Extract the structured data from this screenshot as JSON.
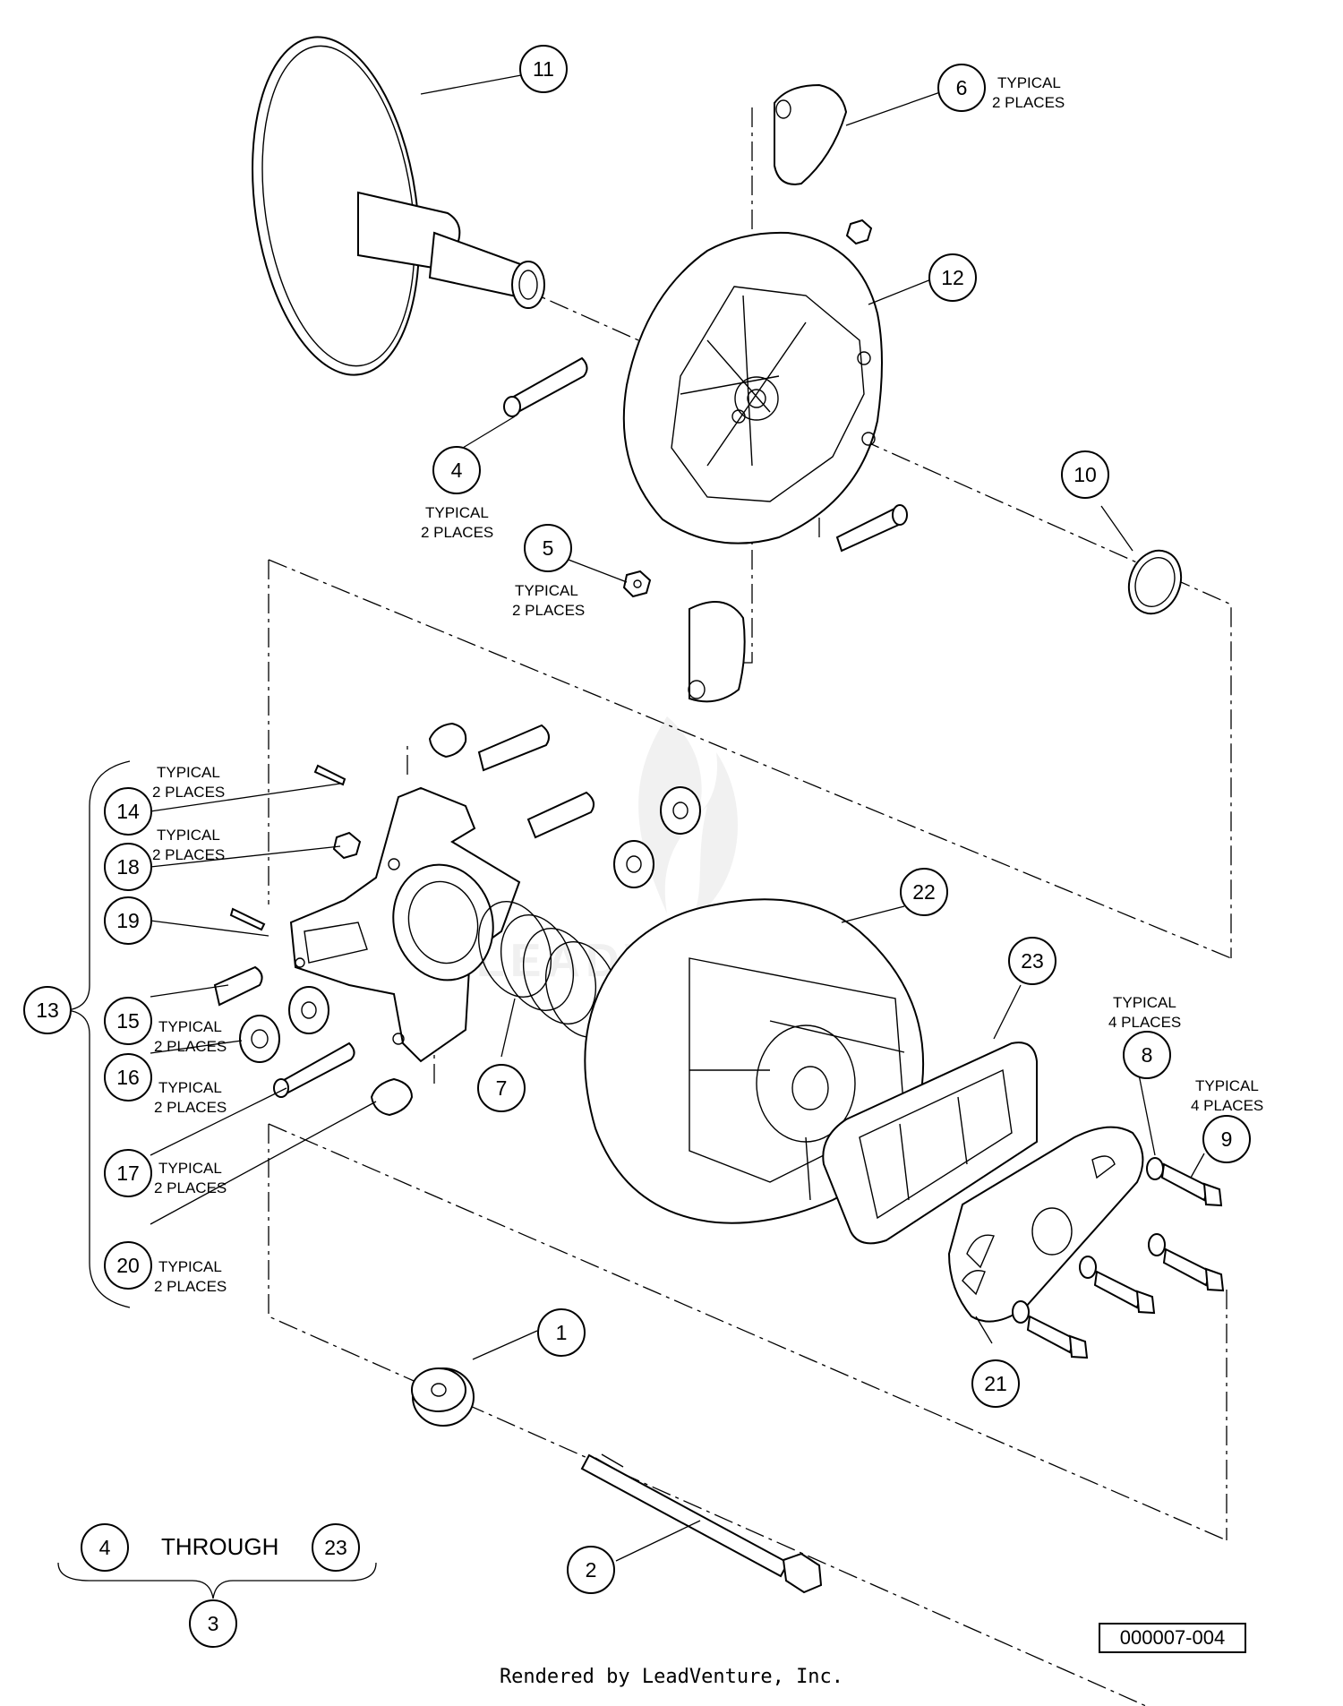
{
  "callouts": [
    {
      "id": "c11",
      "label": "11"
    },
    {
      "id": "c6",
      "label": "6"
    },
    {
      "id": "c12",
      "label": "12"
    },
    {
      "id": "c4",
      "label": "4"
    },
    {
      "id": "c10",
      "label": "10"
    },
    {
      "id": "c5",
      "label": "5"
    },
    {
      "id": "c14",
      "label": "14"
    },
    {
      "id": "c18",
      "label": "18"
    },
    {
      "id": "c19",
      "label": "19"
    },
    {
      "id": "c13",
      "label": "13"
    },
    {
      "id": "c15",
      "label": "15"
    },
    {
      "id": "c16",
      "label": "16"
    },
    {
      "id": "c17",
      "label": "17"
    },
    {
      "id": "c20",
      "label": "20"
    },
    {
      "id": "c7",
      "label": "7"
    },
    {
      "id": "c22",
      "label": "22"
    },
    {
      "id": "c23",
      "label": "23"
    },
    {
      "id": "c8",
      "label": "8"
    },
    {
      "id": "c9",
      "label": "9"
    },
    {
      "id": "c21",
      "label": "21"
    },
    {
      "id": "c1",
      "label": "1"
    },
    {
      "id": "c2",
      "label": "2"
    },
    {
      "id": "c3",
      "label": "3"
    },
    {
      "id": "c4b",
      "label": "4"
    },
    {
      "id": "c23b",
      "label": "23"
    }
  ],
  "notes": {
    "typical": "TYPICAL",
    "two_places": "2 PLACES",
    "four_places": "4 PLACES",
    "through": "THROUGH"
  },
  "document_number": "000007-004",
  "footer": "Rendered by LeadVenture, Inc.",
  "watermark": "LEADVENTURE"
}
